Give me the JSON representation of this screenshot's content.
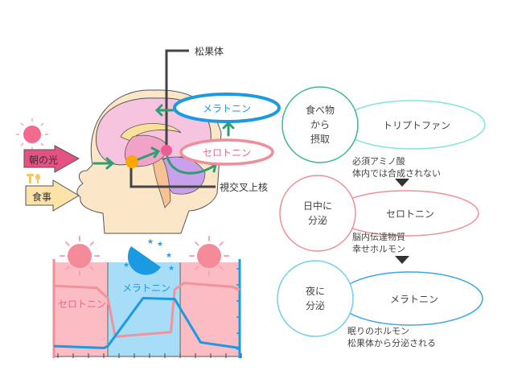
{
  "brain": {
    "pineal_label": "松果体",
    "scn_label": "視交叉上核",
    "melatonin": "メラトニン",
    "serotonin": "セロトニン",
    "morning_light": "朝の光",
    "meal": "食事"
  },
  "flow": [
    {
      "circle": [
        "食べ物",
        "から",
        "摂取"
      ],
      "name": "トリプトファン",
      "note": [
        "必須アミノ酸",
        "体内では合成されない"
      ],
      "color": "#3db98a",
      "ellipse_color": "#7fe6d2"
    },
    {
      "circle": [
        "日中に",
        "分泌"
      ],
      "name": "セロトニン",
      "note": [
        "脳内伝達物質",
        "幸せホルモン"
      ],
      "color": "#ee8f98",
      "ellipse_color": "#ee8f98"
    },
    {
      "circle": [
        "夜に",
        "分泌"
      ],
      "name": "メラトニン",
      "note": [
        "眠りのホルモン",
        "松果体から分泌される"
      ],
      "color": "#6fd0ea",
      "ellipse_color": "#3aa6e0"
    }
  ],
  "chart_data": {
    "type": "line",
    "title": "",
    "xlabel": "",
    "ylabel": "",
    "xlim": [
      0,
      100
    ],
    "ylim": [
      0,
      10
    ],
    "bands": [
      {
        "from": 0,
        "to": 29,
        "label": "day",
        "color": "#fbbcc3"
      },
      {
        "from": 29,
        "to": 68,
        "label": "night",
        "color": "#a7ddf6"
      },
      {
        "from": 68,
        "to": 100,
        "label": "day",
        "color": "#fbbcc3"
      }
    ],
    "series": [
      {
        "name": "セロトニン",
        "color": "#f2939c",
        "x": [
          0,
          23,
          29,
          33,
          63,
          65,
          70,
          96,
          100
        ],
        "y": [
          7.5,
          7.3,
          6.2,
          2.1,
          2.6,
          7.1,
          7.8,
          7.4,
          7.1
        ]
      },
      {
        "name": "メラトニン",
        "color": "#1a9ae0",
        "x": [
          0,
          27,
          29,
          48,
          65,
          79,
          100
        ],
        "y": [
          1.1,
          0.9,
          1.1,
          6.2,
          6.1,
          1.5,
          0.9
        ]
      }
    ]
  },
  "colors": {
    "green_arrow": "#2f9e74",
    "sun": "#f26a8d",
    "melatonin_blue": "#1a9ae0",
    "serotonin_pink": "#ef8d99"
  }
}
